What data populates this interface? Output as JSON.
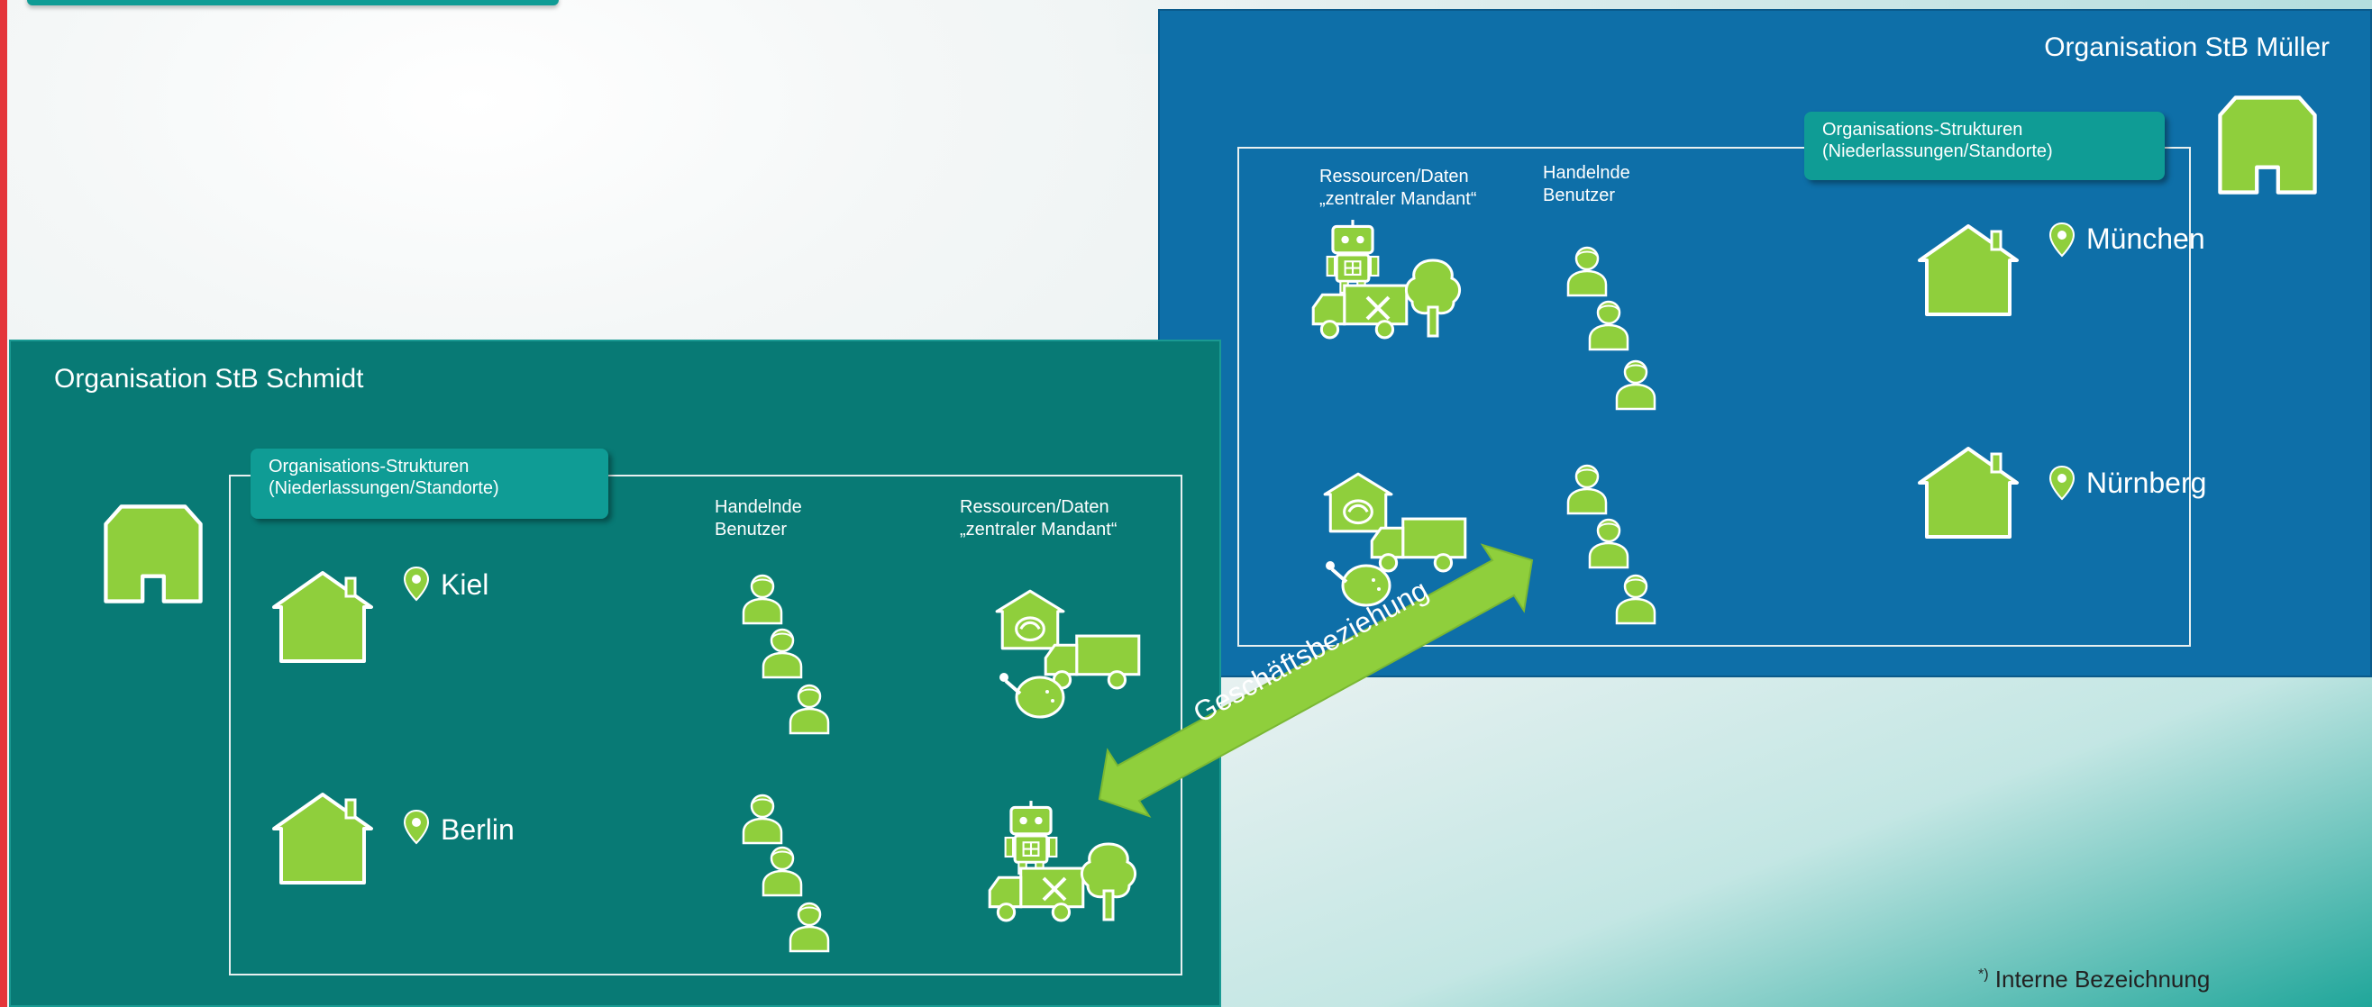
{
  "org_mueller": {
    "title": "Organisation StB Müller",
    "structures_label_line1": "Organisations-Strukturen",
    "structures_label_line2": "(Niederlassungen/Standorte)",
    "resources_label_line1": "Ressourcen/Daten",
    "resources_label_line2": "„zentraler Mandant“",
    "users_label_line1": "Handelnde",
    "users_label_line2": "Benutzer",
    "locations": [
      "München",
      "Nürnberg"
    ]
  },
  "org_schmidt": {
    "title": "Organisation StB Schmidt",
    "structures_label_line1": "Organisations-Strukturen",
    "structures_label_line2": "(Niederlassungen/Standorte)",
    "users_label_line1": "Handelnde",
    "users_label_line2": "Benutzer",
    "resources_label_line1": "Ressourcen/Daten",
    "resources_label_line2": "„zentraler Mandant“",
    "locations": [
      "Kiel",
      "Berlin"
    ]
  },
  "relation_label": "Geschäftsbeziehung",
  "footnote": {
    "marker": "*)",
    "text": "Interne Bezeichnung"
  },
  "colors": {
    "accent_green": "#8fcf3c",
    "mueller_blue": "#0e6fa8",
    "schmidt_teal": "#087a75",
    "structures_teal": "#0f9c95"
  }
}
